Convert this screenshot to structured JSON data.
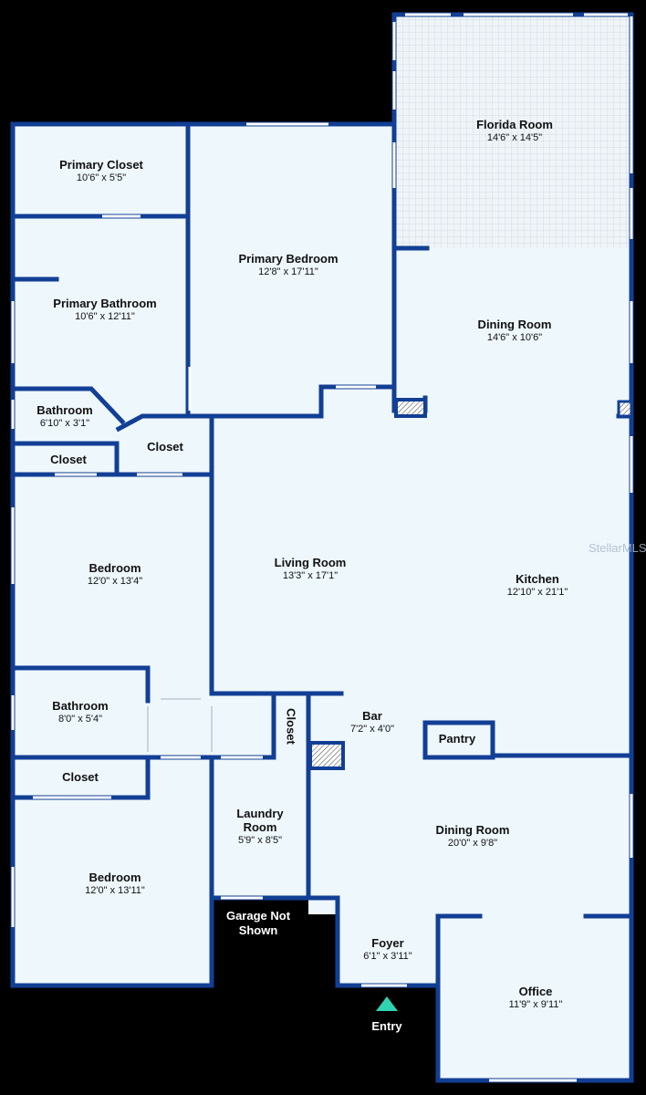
{
  "rooms": {
    "florida_room": {
      "name": "Florida Room",
      "dims": "14'6\" x 14'5\""
    },
    "primary_closet": {
      "name": "Primary Closet",
      "dims": "10'6\" x 5'5\""
    },
    "primary_bedroom": {
      "name": "Primary Bedroom",
      "dims": "12'8\" x 17'11\""
    },
    "primary_bathroom": {
      "name": "Primary Bathroom",
      "dims": "10'6\" x 12'11\""
    },
    "dining_room_top": {
      "name": "Dining Room",
      "dims": "14'6\" x 10'6\""
    },
    "bathroom_small": {
      "name": "Bathroom",
      "dims": "6'10\" x 3'1\""
    },
    "closet_left": {
      "name": "Closet"
    },
    "closet_center": {
      "name": "Closet"
    },
    "bedroom_upper": {
      "name": "Bedroom",
      "dims": "12'0\" x 13'4\""
    },
    "living_room": {
      "name": "Living Room",
      "dims": "13'3\" x 17'1\""
    },
    "kitchen": {
      "name": "Kitchen",
      "dims": "12'10\" x 21'1\""
    },
    "bathroom_lower": {
      "name": "Bathroom",
      "dims": "8'0\" x 5'4\""
    },
    "closet_vertical": {
      "name": "Closet"
    },
    "bar": {
      "name": "Bar",
      "dims": "7'2\" x 4'0\""
    },
    "pantry": {
      "name": "Pantry"
    },
    "closet_lower": {
      "name": "Closet"
    },
    "laundry_room": {
      "name": "Laundry Room",
      "dims": "5'9\" x 8'5\""
    },
    "dining_room_bottom": {
      "name": "Dining Room",
      "dims": "20'0\" x 9'8\""
    },
    "bedroom_lower": {
      "name": "Bedroom",
      "dims": "12'0\" x 13'11\""
    },
    "foyer": {
      "name": "Foyer",
      "dims": "6'1\" x 3'11\""
    },
    "office": {
      "name": "Office",
      "dims": "11'9\" x 9'11\""
    }
  },
  "garage_note": {
    "line1": "Garage Not",
    "line2": "Shown"
  },
  "entry_label": "Entry",
  "watermark": "StellarMLS",
  "colors": {
    "background": "#000000",
    "floor": "#eef7fc",
    "wall": "#123f95",
    "window": "#ffffff",
    "entry_marker": "#2fd3b0",
    "screen_grid": "#cfd6dd"
  },
  "icons": {
    "entry_marker": "triangle-up-icon"
  }
}
